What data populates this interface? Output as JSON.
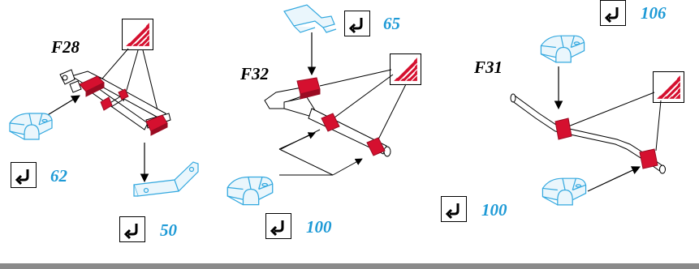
{
  "diagram": {
    "colors": {
      "part": "#d5102f",
      "part_dark": "#9a0b22",
      "clip": "#33a8df",
      "callout": "#1e9ad6",
      "ink": "#000000"
    },
    "assemblies": [
      {
        "label": "F28",
        "callouts": [
          {
            "number": "62",
            "icon": "return-arrow-icon"
          },
          {
            "number": "50",
            "icon": "return-arrow-icon"
          }
        ]
      },
      {
        "label": "F32",
        "callouts": [
          {
            "number": "65",
            "icon": "return-arrow-icon"
          },
          {
            "number": "100",
            "icon": "return-arrow-icon"
          }
        ]
      },
      {
        "label": "F31",
        "callouts": [
          {
            "number": "106",
            "icon": "return-arrow-icon"
          },
          {
            "number": "100",
            "icon": "return-arrow-icon"
          }
        ]
      }
    ],
    "material_icon": "adhesive-foam-icon"
  }
}
